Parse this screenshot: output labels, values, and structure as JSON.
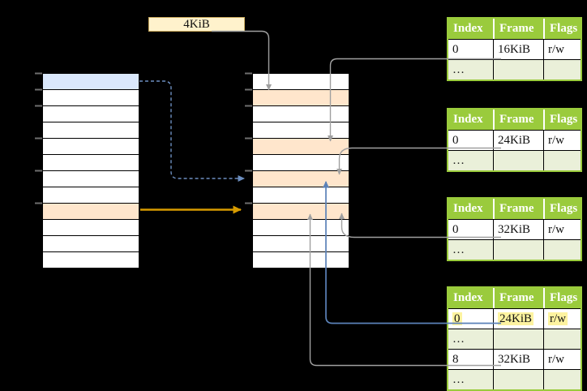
{
  "diagram": {
    "page_size_label": "4KiB",
    "left_column": {
      "rows": 12,
      "blue_row_index": 0,
      "orange_row_index": 8
    },
    "middle_column": {
      "rows": 12,
      "orange_row_indices": [
        1,
        4,
        6,
        8
      ]
    },
    "tables": [
      {
        "headers": [
          "Index",
          "Frame",
          "Flags"
        ],
        "rows": [
          {
            "cells": [
              "0",
              "16KiB",
              "r/w"
            ]
          },
          {
            "cells": [
              "…",
              "",
              ""
            ]
          }
        ]
      },
      {
        "headers": [
          "Index",
          "Frame",
          "Flags"
        ],
        "rows": [
          {
            "cells": [
              "0",
              "24KiB",
              "r/w"
            ]
          },
          {
            "cells": [
              "…",
              "",
              ""
            ]
          }
        ]
      },
      {
        "headers": [
          "Index",
          "Frame",
          "Flags"
        ],
        "rows": [
          {
            "cells": [
              "0",
              "32KiB",
              "r/w"
            ]
          },
          {
            "cells": [
              "…",
              "",
              ""
            ]
          }
        ]
      },
      {
        "headers": [
          "Index",
          "Frame",
          "Flags"
        ],
        "rows": [
          {
            "cells": [
              "0",
              "24KiB",
              "r/w"
            ],
            "highlighted": true
          },
          {
            "cells": [
              "…",
              "",
              ""
            ]
          },
          {
            "cells": [
              "8",
              "32KiB",
              "r/w"
            ]
          },
          {
            "cells": [
              "…",
              "",
              ""
            ]
          }
        ]
      }
    ],
    "colors": {
      "background": "#000000",
      "cell_blue": "#dae8fc",
      "cell_orange": "#ffe6cc",
      "label_box_fill": "#fff2cc",
      "table_header_green": "#9acb3c",
      "table_row_light_green": "#eaf0d9",
      "highlight_yellow": "#fdf3a0",
      "arrow_gray": "#a0a0a0",
      "arrow_blue_solid": "#5b82b8",
      "arrow_blue_dashed": "#6c8ebf",
      "arrow_orange": "#d79b00",
      "tick_gray": "#6e6e6e"
    }
  }
}
